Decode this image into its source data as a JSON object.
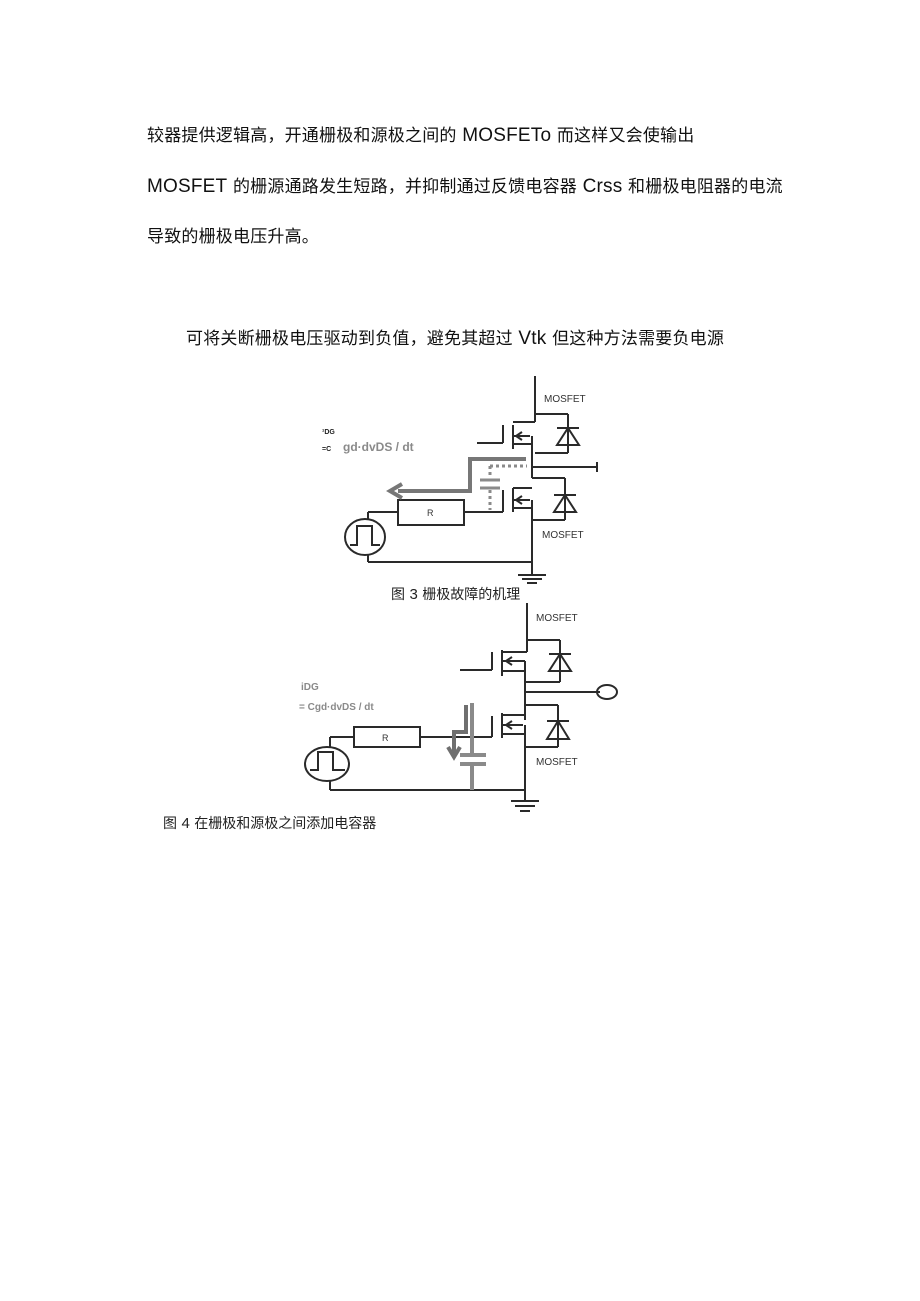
{
  "paragraphs": [
    {
      "parts": [
        "较器提供逻辑高，开通栅极和源极之间的 ",
        "MOSFETo",
        " 而这样又会使输出"
      ]
    },
    {
      "parts": [
        "MOSFET",
        " 的栅源通路发生短路，并抑制通过反馈电容器 ",
        "Crss",
        " 和栅极电阻器的电流"
      ]
    },
    {
      "parts": [
        "导致的栅极电压升高。"
      ]
    },
    {
      "parts": [
        "可将关断栅极电压驱动到负值，避免其超过 ",
        "Vtk",
        " 但这种方法需要负电源"
      ]
    }
  ],
  "figure3": {
    "caption_prefix": "图 ",
    "caption_number": "3",
    "caption_text": " 栅极故障的机理",
    "label_top_mosfet": "MOSFET",
    "label_bottom_mosfet": "MOSFET",
    "resistor_label": "R",
    "formula_line1": "¹DG",
    "formula_line2_prefix": "=C",
    "formula_line2": "gd·dvDS / dt"
  },
  "figure4": {
    "caption_prefix": "图 ",
    "caption_number": "4",
    "caption_text": " 在栅极和源极之间添加电容器",
    "label_top_mosfet": "MOSFET",
    "label_bottom_mosfet": "MOSFET",
    "resistor_label": "R",
    "formula_line1": "iDG",
    "formula_line2": "= Cgd·dvDS / dt"
  },
  "colors": {
    "text": "#111111",
    "wire": "#2a2a2a",
    "highlight": "#7a7a7a",
    "formula": "#8a8a8a"
  }
}
